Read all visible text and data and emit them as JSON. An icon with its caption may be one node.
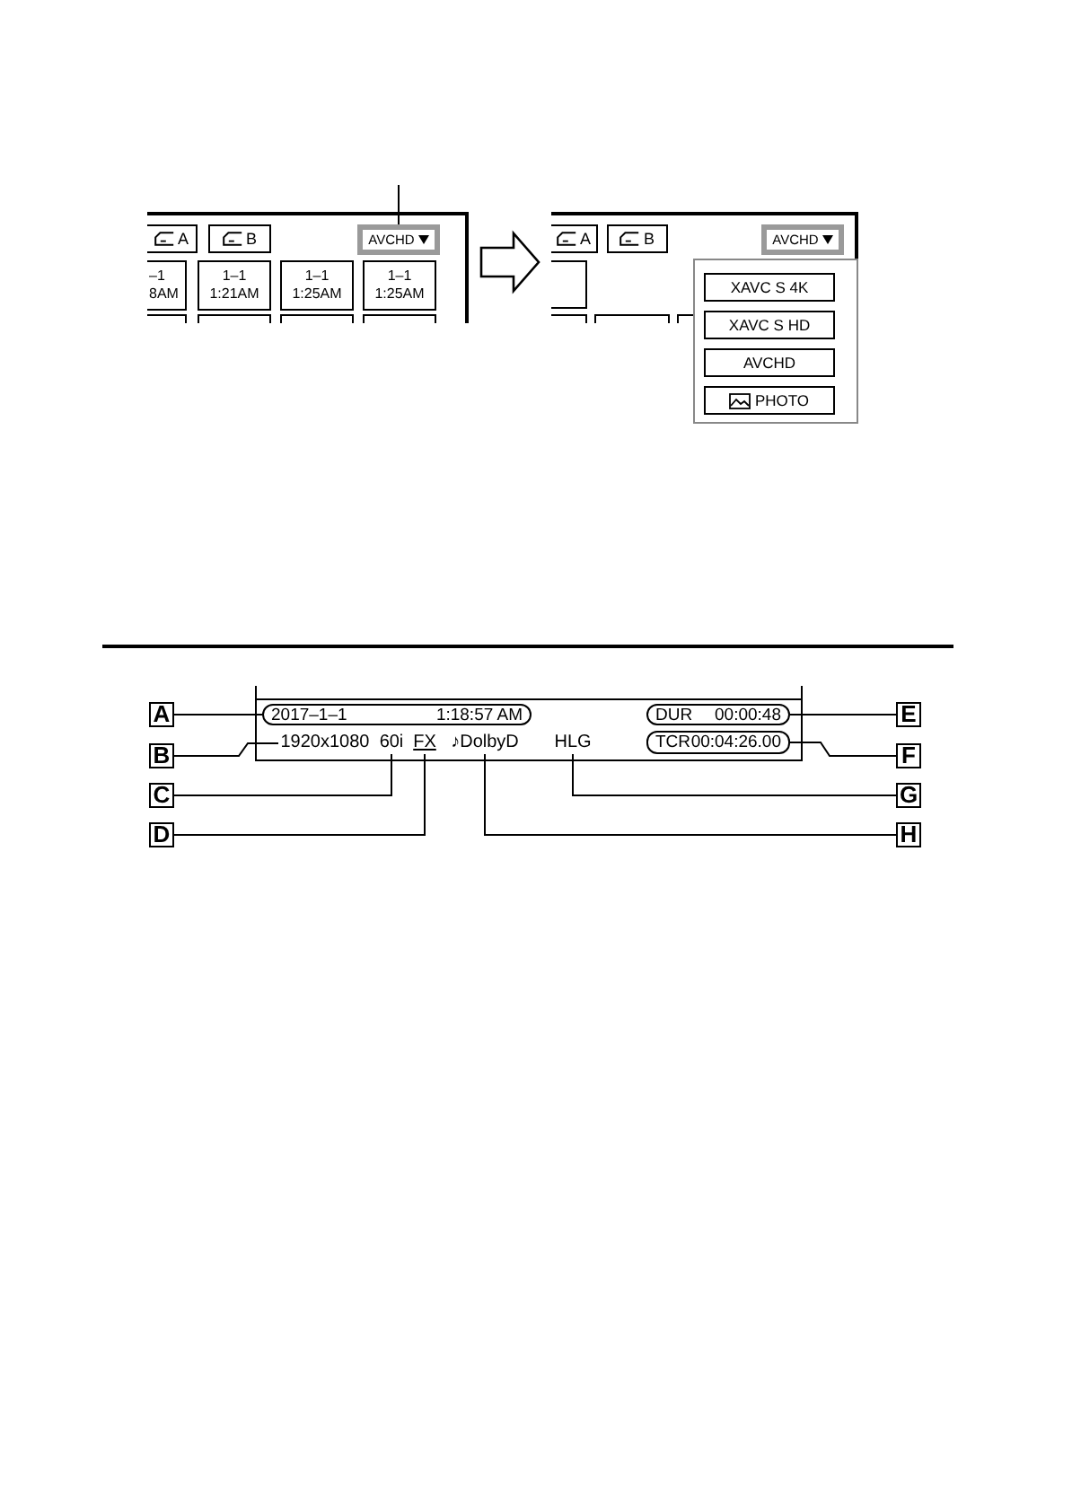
{
  "diagram": {
    "nodes": [
      {
        "text": [],
        "shape": "box"
      },
      {
        "text": [
          "A"
        ],
        "in": 0
      },
      {
        "text": [
          "B"
        ],
        "in": 0
      },
      {
        "text": [
          "AVCHD"
        ],
        "in": 0
      },
      {
        "text": [
          "–1",
          "8AM"
        ],
        "in": 0
      },
      {
        "text": [
          "1–1",
          "1:21AM"
        ],
        "in": 0
      },
      {
        "text": [
          "1–1",
          "1:25AM"
        ],
        "in": 0
      },
      {
        "text": [
          "1–1",
          "1:25AM"
        ],
        "in": 0
      },
      {
        "text": [],
        "shape": "box",
        "in": 0
      },
      {
        "text": [],
        "shape": "box",
        "in": 0
      },
      {
        "text": [],
        "shape": "box",
        "in": 0
      },
      {
        "text": [],
        "shape": "box",
        "in": 0
      },
      {
        "text": [],
        "shape": "box"
      },
      {
        "text": [
          "A"
        ],
        "in": 12
      },
      {
        "text": [
          "B"
        ],
        "in": 12
      },
      {
        "text": [
          "AVCHD"
        ],
        "in": 12
      },
      {
        "text": [],
        "shape": "box",
        "in": 12
      },
      {
        "text": [],
        "shape": "box",
        "in": 12
      },
      {
        "text": [],
        "shape": "box",
        "in": 12
      },
      {
        "text": [],
        "shape": "box",
        "in": 12
      },
      {
        "text": [],
        "shape": "box"
      },
      {
        "text": [
          "XAVC S 4K"
        ]
      },
      {
        "text": [
          "XAVC S HD"
        ],
        "in": 20
      },
      {
        "text": [
          "AVCHD"
        ],
        "in": 20
      },
      {
        "text": [
          "PHOTO"
        ],
        "in": 20
      },
      {
        "text": [],
        "shape": "box"
      },
      {
        "text": [
          "2017–1–1",
          "1:18:57 AM"
        ],
        "in": 25
      },
      {
        "text": [
          "DUR",
          "00:00:48"
        ],
        "in": 25
      },
      {
        "text": [
          "1920x1080"
        ],
        "in": 25
      },
      {
        "text": [
          "60i"
        ],
        "in": 25
      },
      {
        "text": [
          "FX"
        ],
        "in": 25
      },
      {
        "text": [
          "♪DolbyD"
        ],
        "in": 25
      },
      {
        "text": [
          "HLG"
        ],
        "in": 25
      },
      {
        "text": [
          "TCR",
          "00:04:26.00"
        ],
        "in": 25
      },
      {
        "text": [
          "A"
        ]
      },
      {
        "text": [
          "B"
        ]
      },
      {
        "text": [
          "C"
        ]
      },
      {
        "text": [
          "D"
        ]
      },
      {
        "text": [
          "E"
        ]
      },
      {
        "text": [
          "F"
        ]
      },
      {
        "text": [
          "G"
        ]
      },
      {
        "text": [
          "H"
        ]
      }
    ],
    "edges": [
      {
        "from": null,
        "to": 3,
        "arrow": "none"
      },
      {
        "from": 0,
        "to": 12,
        "arrow": "to"
      },
      {
        "from": 34,
        "to": 26,
        "arrow": "none"
      },
      {
        "from": 35,
        "to": 28,
        "arrow": "none"
      },
      {
        "from": 36,
        "to": 29,
        "arrow": "none"
      },
      {
        "from": 37,
        "to": 30,
        "arrow": "none"
      },
      {
        "from": 38,
        "to": 27,
        "arrow": "none"
      },
      {
        "from": 39,
        "to": 33,
        "arrow": "none"
      },
      {
        "from": 40,
        "to": 32,
        "arrow": "none"
      },
      {
        "from": 41,
        "to": 31,
        "arrow": "none"
      }
    ]
  }
}
